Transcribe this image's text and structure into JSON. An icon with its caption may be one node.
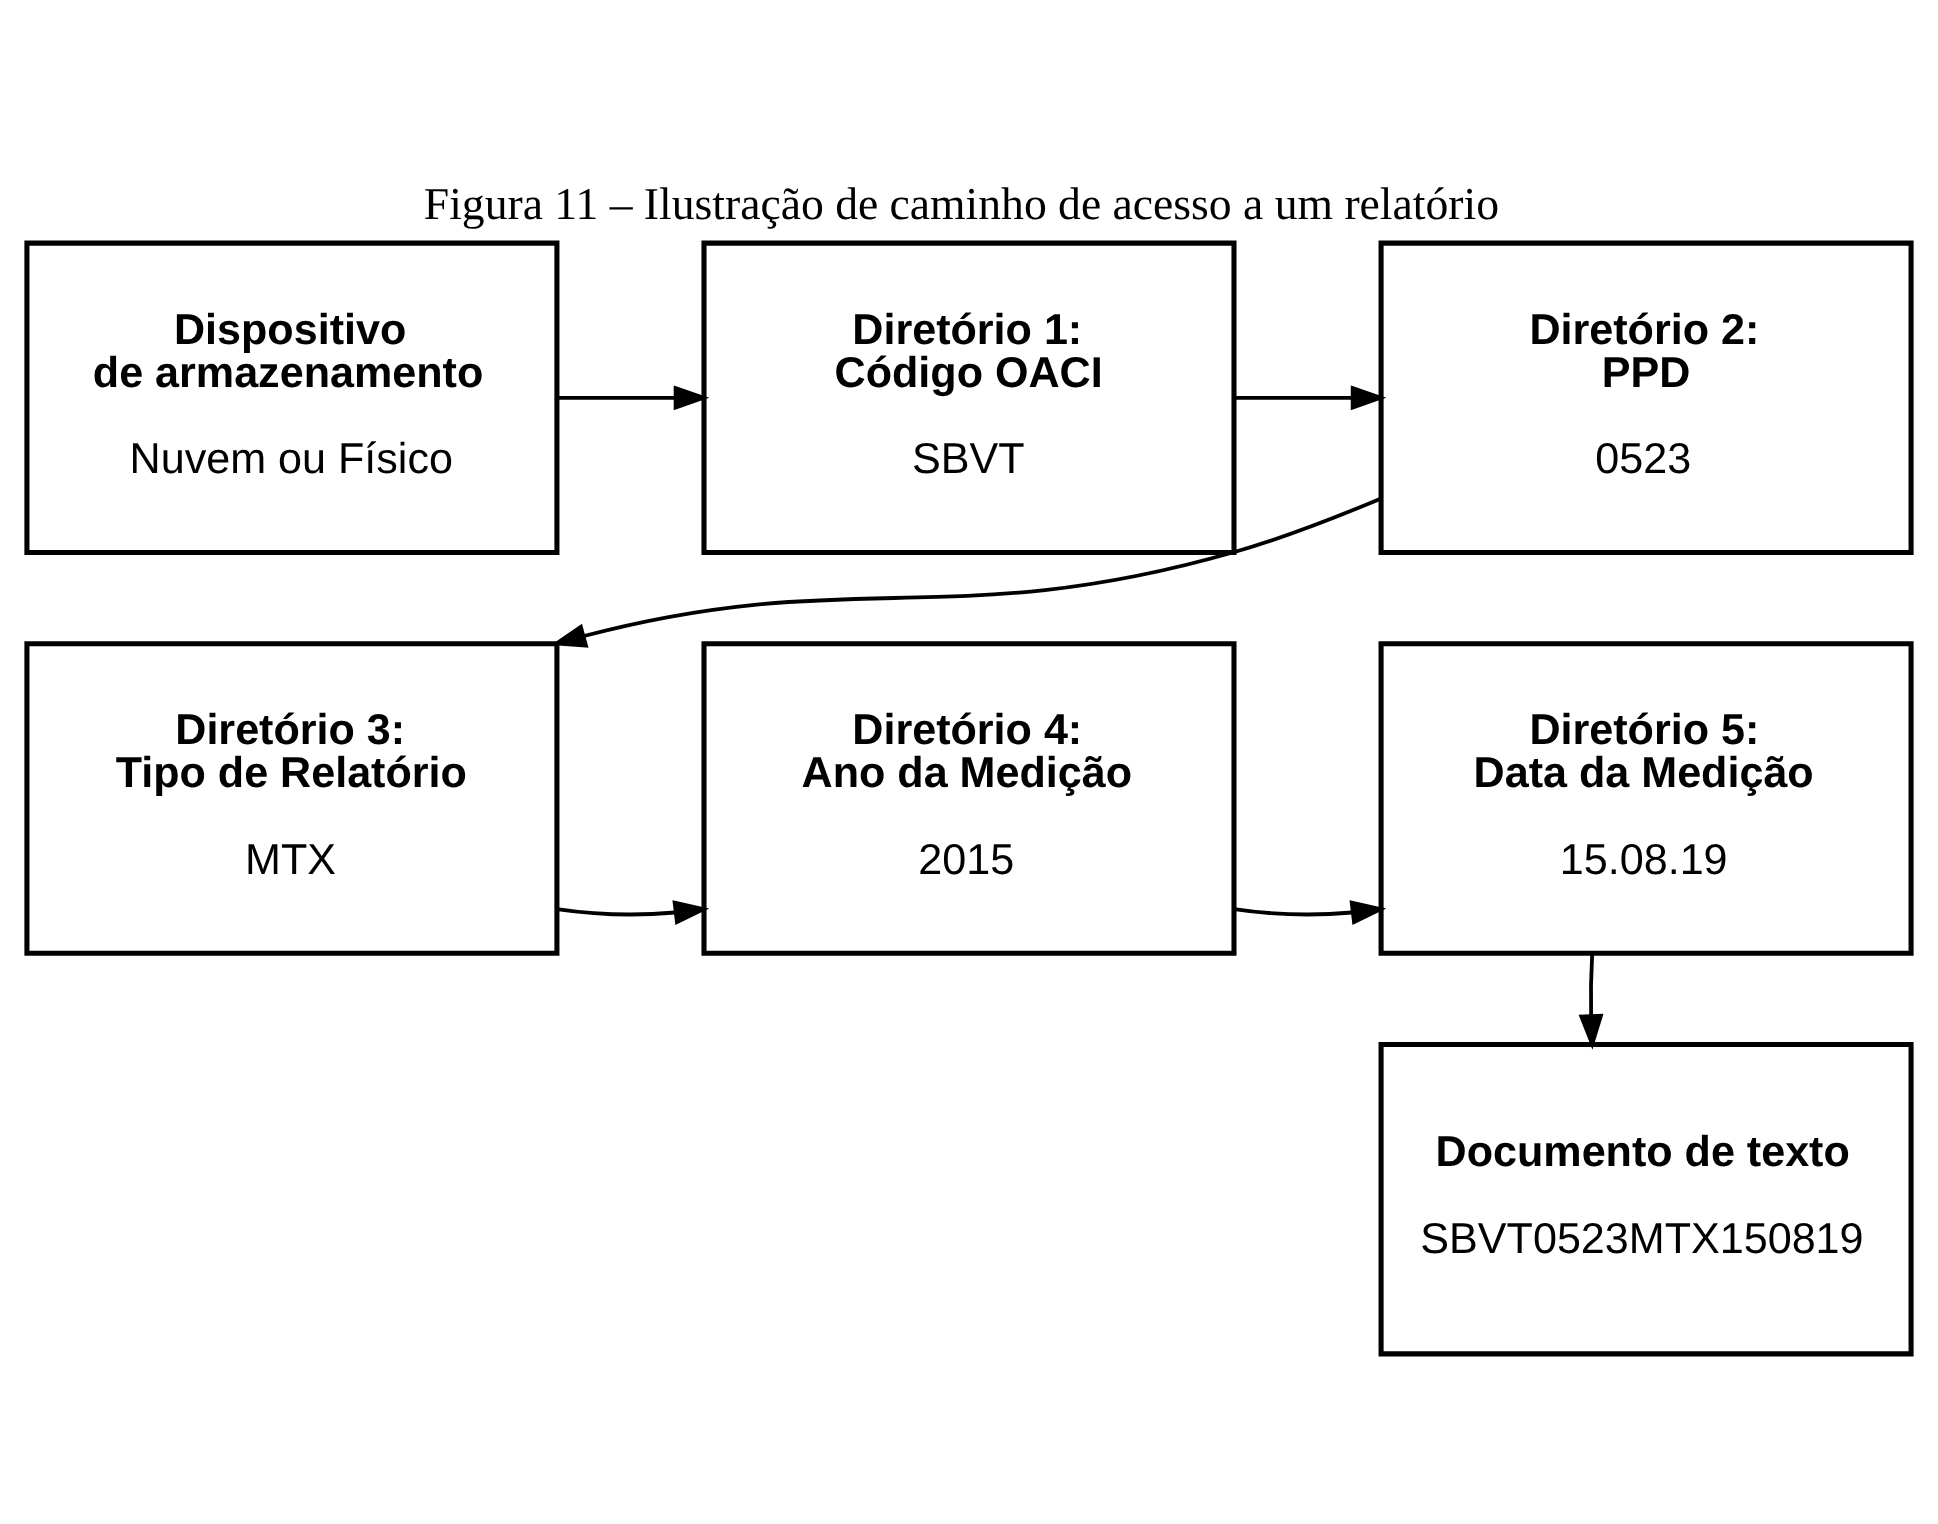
{
  "diagram": {
    "title": "Figura 11 – Ilustração de caminho de acesso a um relatório",
    "nodes": [
      {
        "text": [
          "Dispositivo de armazenamento",
          "Nuvem ou Físico"
        ]
      },
      {
        "text": [
          "Diretório 1: Código OACI",
          "SBVT"
        ]
      },
      {
        "text": [
          "Diretório 2: PPD",
          "0523"
        ]
      },
      {
        "text": [
          "Diretório 3: Tipo de Relatório",
          "MTX"
        ]
      },
      {
        "text": [
          "Diretório 4: Ano da Medição",
          "2015"
        ]
      },
      {
        "text": [
          "Diretório 5: Data da Medição",
          "15.08.19"
        ]
      },
      {
        "text": [
          "Documento de texto",
          "SBVT0523MTX150819"
        ]
      }
    ],
    "edges": [
      {
        "from": 0,
        "to": 1,
        "arrow": "to"
      },
      {
        "from": 1,
        "to": 2,
        "arrow": "to"
      },
      {
        "from": 2,
        "to": 3,
        "arrow": "to"
      },
      {
        "from": 3,
        "to": 4,
        "arrow": "to"
      },
      {
        "from": 4,
        "to": 5,
        "arrow": "to"
      },
      {
        "from": 5,
        "to": 6,
        "arrow": "to"
      }
    ]
  }
}
